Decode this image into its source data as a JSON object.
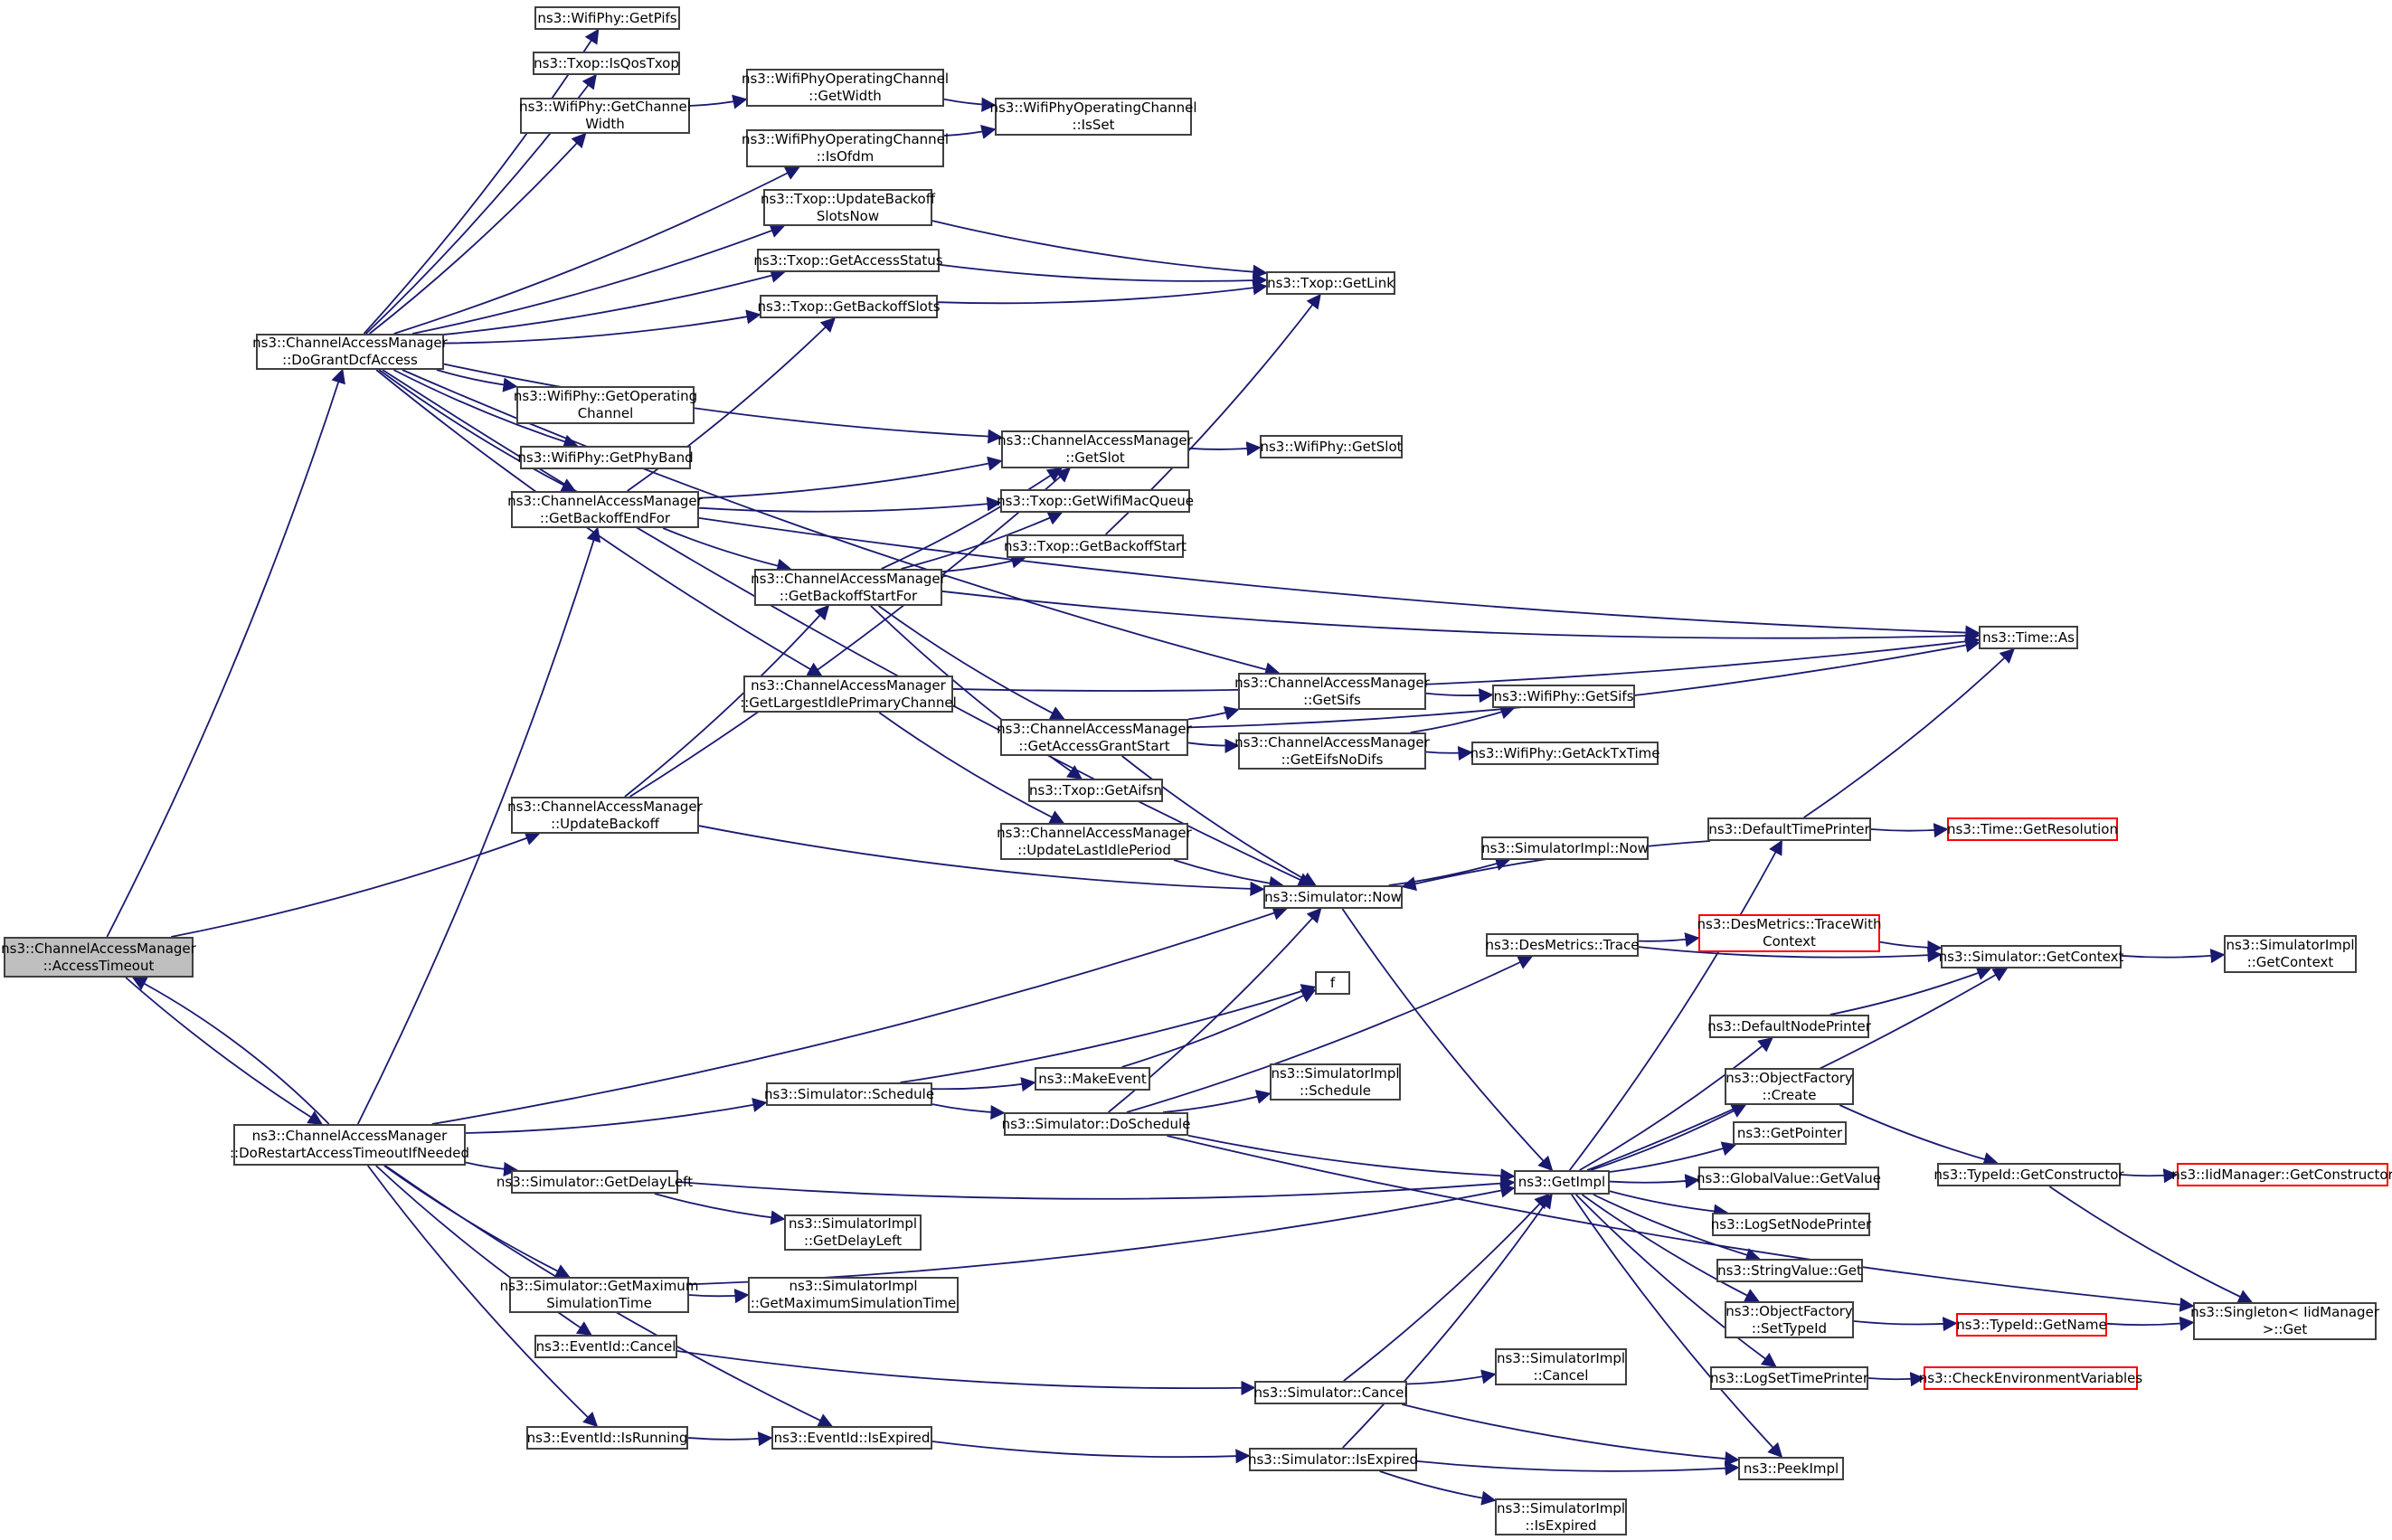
{
  "title": "ns3::ChannelAccessManager::AccessTimeout call graph",
  "colors": {
    "edge": "#191970",
    "node_border": "#404040",
    "root_fill": "#bfbfbf",
    "undocumented_border": "#ff0000"
  },
  "nodes": [
    {
      "id": "AccessTimeout",
      "label": "ns3::ChannelAccessManager\n::AccessTimeout",
      "kind": "root"
    },
    {
      "id": "DoGrantDcfAccess",
      "label": "ns3::ChannelAccessManager\n::DoGrantDcfAccess"
    },
    {
      "id": "DoRestart",
      "label": "ns3::ChannelAccessManager\n::DoRestartAccessTimeoutIfNeeded"
    },
    {
      "id": "GetPifs",
      "label": "ns3::WifiPhy::GetPifs"
    },
    {
      "id": "IsQosTxop",
      "label": "ns3::Txop::IsQosTxop"
    },
    {
      "id": "GetChannelWidth",
      "label": "ns3::WifiPhy::GetChannel\nWidth"
    },
    {
      "id": "OpGetWidth",
      "label": "ns3::WifiPhyOperatingChannel\n::GetWidth"
    },
    {
      "id": "OpIsOfdm",
      "label": "ns3::WifiPhyOperatingChannel\n::IsOfdm"
    },
    {
      "id": "OpIsSet",
      "label": "ns3::WifiPhyOperatingChannel\n::IsSet"
    },
    {
      "id": "UpdateBackoffSlotsNow",
      "label": "ns3::Txop::UpdateBackoff\nSlotsNow"
    },
    {
      "id": "GetAccessStatus",
      "label": "ns3::Txop::GetAccessStatus"
    },
    {
      "id": "GetBackoffSlots",
      "label": "ns3::Txop::GetBackoffSlots"
    },
    {
      "id": "GetLink",
      "label": "ns3::Txop::GetLink"
    },
    {
      "id": "GetOperatingChannel",
      "label": "ns3::WifiPhy::GetOperating\nChannel"
    },
    {
      "id": "GetPhyBand",
      "label": "ns3::WifiPhy::GetPhyBand"
    },
    {
      "id": "GetBackoffEndFor",
      "label": "ns3::ChannelAccessManager\n::GetBackoffEndFor"
    },
    {
      "id": "CamGetSlot",
      "label": "ns3::ChannelAccessManager\n::GetSlot"
    },
    {
      "id": "PhyGetSlot",
      "label": "ns3::WifiPhy::GetSlot"
    },
    {
      "id": "GetWifiMacQueue",
      "label": "ns3::Txop::GetWifiMacQueue"
    },
    {
      "id": "GetBackoffStart",
      "label": "ns3::Txop::GetBackoffStart"
    },
    {
      "id": "GetBackoffStartFor",
      "label": "ns3::ChannelAccessManager\n::GetBackoffStartFor"
    },
    {
      "id": "TimeAs",
      "label": "ns3::Time::As"
    },
    {
      "id": "GetLargestIdle",
      "label": "ns3::ChannelAccessManager\n::GetLargestIdlePrimaryChannel"
    },
    {
      "id": "CamGetSifs",
      "label": "ns3::ChannelAccessManager\n::GetSifs"
    },
    {
      "id": "PhyGetSifs",
      "label": "ns3::WifiPhy::GetSifs"
    },
    {
      "id": "GetAccessGrantStart",
      "label": "ns3::ChannelAccessManager\n::GetAccessGrantStart"
    },
    {
      "id": "GetEifsNoDifs",
      "label": "ns3::ChannelAccessManager\n::GetEifsNoDifs"
    },
    {
      "id": "GetAckTxTime",
      "label": "ns3::WifiPhy::GetAckTxTime"
    },
    {
      "id": "GetAifsn",
      "label": "ns3::Txop::GetAifsn"
    },
    {
      "id": "UpdateBackoff",
      "label": "ns3::ChannelAccessManager\n::UpdateBackoff"
    },
    {
      "id": "UpdateLastIdle",
      "label": "ns3::ChannelAccessManager\n::UpdateLastIdlePeriod"
    },
    {
      "id": "SimNow",
      "label": "ns3::Simulator::Now"
    },
    {
      "id": "ImplNow",
      "label": "ns3::SimulatorImpl::Now"
    },
    {
      "id": "DefaultTimePrinter",
      "label": "ns3::DefaultTimePrinter"
    },
    {
      "id": "GetResolution",
      "label": "ns3::Time::GetResolution",
      "kind": "red"
    },
    {
      "id": "DesTrace",
      "label": "ns3::DesMetrics::Trace"
    },
    {
      "id": "TraceWithContext",
      "label": "ns3::DesMetrics::TraceWith\nContext",
      "kind": "red"
    },
    {
      "id": "SimGetContext",
      "label": "ns3::Simulator::GetContext"
    },
    {
      "id": "ImplGetContext",
      "label": "ns3::SimulatorImpl\n::GetContext"
    },
    {
      "id": "f",
      "label": "f"
    },
    {
      "id": "DefaultNodePrinter",
      "label": "ns3::DefaultNodePrinter"
    },
    {
      "id": "OFCreate",
      "label": "ns3::ObjectFactory\n::Create"
    },
    {
      "id": "MakeEvent",
      "label": "ns3::MakeEvent"
    },
    {
      "id": "SimSchedule",
      "label": "ns3::Simulator::Schedule"
    },
    {
      "id": "ImplSchedule",
      "label": "ns3::SimulatorImpl\n::Schedule"
    },
    {
      "id": "SimDoSchedule",
      "label": "ns3::Simulator::DoSchedule"
    },
    {
      "id": "GetPointer",
      "label": "ns3::GetPointer"
    },
    {
      "id": "GetImpl",
      "label": "ns3::GetImpl"
    },
    {
      "id": "GVGetValue",
      "label": "ns3::GlobalValue::GetValue"
    },
    {
      "id": "TIGetConstructor",
      "label": "ns3::TypeId::GetConstructor"
    },
    {
      "id": "IIDGetConstructor",
      "label": "ns3::IidManager::GetConstructor",
      "kind": "red"
    },
    {
      "id": "SimGetDelayLeft",
      "label": "ns3::Simulator::GetDelayLeft"
    },
    {
      "id": "ImplGetDelayLeft",
      "label": "ns3::SimulatorImpl\n::GetDelayLeft"
    },
    {
      "id": "LogSetNodePrinter",
      "label": "ns3::LogSetNodePrinter"
    },
    {
      "id": "StringValueGet",
      "label": "ns3::StringValue::Get"
    },
    {
      "id": "SimGetMaxSim",
      "label": "ns3::Simulator::GetMaximum\nSimulationTime"
    },
    {
      "id": "ImplGetMaxSim",
      "label": "ns3::SimulatorImpl\n::GetMaximumSimulationTime"
    },
    {
      "id": "OFSetTypeId",
      "label": "ns3::ObjectFactory\n::SetTypeId"
    },
    {
      "id": "TIGetName",
      "label": "ns3::TypeId::GetName",
      "kind": "red"
    },
    {
      "id": "SingletonGet",
      "label": "ns3::Singleton< IidManager\n>::Get"
    },
    {
      "id": "EventCancel",
      "label": "ns3::EventId::Cancel"
    },
    {
      "id": "SimCancel",
      "label": "ns3::Simulator::Cancel"
    },
    {
      "id": "ImplCancel",
      "label": "ns3::SimulatorImpl\n::Cancel"
    },
    {
      "id": "LogSetTimePrinter",
      "label": "ns3::LogSetTimePrinter"
    },
    {
      "id": "CheckEnv",
      "label": "ns3::CheckEnvironmentVariables",
      "kind": "red"
    },
    {
      "id": "EventIsRunning",
      "label": "ns3::EventId::IsRunning"
    },
    {
      "id": "EventIsExpired",
      "label": "ns3::EventId::IsExpired"
    },
    {
      "id": "SimIsExpired",
      "label": "ns3::Simulator::IsExpired"
    },
    {
      "id": "PeekImpl",
      "label": "ns3::PeekImpl"
    },
    {
      "id": "ImplIsExpired",
      "label": "ns3::SimulatorImpl\n::IsExpired"
    }
  ],
  "edges": [
    [
      "AccessTimeout",
      "DoGrantDcfAccess"
    ],
    [
      "AccessTimeout",
      "UpdateBackoff"
    ],
    [
      "AccessTimeout",
      "DoRestart"
    ],
    [
      "DoRestart",
      "AccessTimeout"
    ],
    [
      "DoGrantDcfAccess",
      "GetPifs"
    ],
    [
      "DoGrantDcfAccess",
      "IsQosTxop"
    ],
    [
      "DoGrantDcfAccess",
      "GetChannelWidth"
    ],
    [
      "DoGrantDcfAccess",
      "OpIsOfdm"
    ],
    [
      "DoGrantDcfAccess",
      "UpdateBackoffSlotsNow"
    ],
    [
      "DoGrantDcfAccess",
      "GetAccessStatus"
    ],
    [
      "DoGrantDcfAccess",
      "GetBackoffSlots"
    ],
    [
      "DoGrantDcfAccess",
      "CamGetSlot"
    ],
    [
      "DoGrantDcfAccess",
      "GetOperatingChannel"
    ],
    [
      "DoGrantDcfAccess",
      "GetPhyBand"
    ],
    [
      "DoGrantDcfAccess",
      "GetBackoffEndFor"
    ],
    [
      "DoGrantDcfAccess",
      "CamGetSifs"
    ],
    [
      "DoGrantDcfAccess",
      "GetLargestIdle"
    ],
    [
      "DoGrantDcfAccess",
      "SimNow"
    ],
    [
      "GetChannelWidth",
      "OpGetWidth"
    ],
    [
      "OpGetWidth",
      "OpIsSet"
    ],
    [
      "OpIsOfdm",
      "OpIsSet"
    ],
    [
      "UpdateBackoffSlotsNow",
      "GetLink"
    ],
    [
      "GetAccessStatus",
      "GetLink"
    ],
    [
      "GetBackoffSlots",
      "GetLink"
    ],
    [
      "GetBackoffStart",
      "GetLink"
    ],
    [
      "GetBackoffEndFor",
      "GetBackoffSlots"
    ],
    [
      "GetBackoffEndFor",
      "CamGetSlot"
    ],
    [
      "GetBackoffEndFor",
      "GetWifiMacQueue"
    ],
    [
      "GetBackoffEndFor",
      "GetBackoffStartFor"
    ],
    [
      "GetBackoffEndFor",
      "TimeAs"
    ],
    [
      "CamGetSlot",
      "PhyGetSlot"
    ],
    [
      "GetBackoffStartFor",
      "CamGetSlot"
    ],
    [
      "GetBackoffStartFor",
      "GetWifiMacQueue"
    ],
    [
      "GetBackoffStartFor",
      "GetBackoffStart"
    ],
    [
      "GetBackoffStartFor",
      "TimeAs"
    ],
    [
      "GetBackoffStartFor",
      "GetAccessGrantStart"
    ],
    [
      "GetBackoffStartFor",
      "GetAifsn"
    ],
    [
      "GetLargestIdle",
      "TimeAs"
    ],
    [
      "GetLargestIdle",
      "UpdateLastIdle"
    ],
    [
      "CamGetSifs",
      "PhyGetSifs"
    ],
    [
      "GetAccessGrantStart",
      "CamGetSifs"
    ],
    [
      "GetAccessGrantStart",
      "GetEifsNoDifs"
    ],
    [
      "GetAccessGrantStart",
      "SimNow"
    ],
    [
      "GetAccessGrantStart",
      "TimeAs"
    ],
    [
      "GetEifsNoDifs",
      "PhyGetSifs"
    ],
    [
      "GetEifsNoDifs",
      "GetAckTxTime"
    ],
    [
      "UpdateBackoff",
      "CamGetSlot"
    ],
    [
      "UpdateBackoff",
      "GetBackoffStartFor"
    ],
    [
      "UpdateBackoff",
      "SimNow"
    ],
    [
      "UpdateLastIdle",
      "SimNow"
    ],
    [
      "SimNow",
      "ImplNow"
    ],
    [
      "SimNow",
      "GetImpl"
    ],
    [
      "DefaultTimePrinter",
      "SimNow"
    ],
    [
      "DefaultTimePrinter",
      "TimeAs"
    ],
    [
      "DefaultTimePrinter",
      "GetResolution"
    ],
    [
      "DesTrace",
      "TraceWithContext"
    ],
    [
      "DesTrace",
      "SimGetContext"
    ],
    [
      "TraceWithContext",
      "SimGetContext"
    ],
    [
      "SimGetContext",
      "ImplGetContext"
    ],
    [
      "DoRestart",
      "SimNow"
    ],
    [
      "DoRestart",
      "GetBackoffEndFor"
    ],
    [
      "DoRestart",
      "SimSchedule"
    ],
    [
      "DoRestart",
      "SimGetDelayLeft"
    ],
    [
      "DoRestart",
      "SimGetMaxSim"
    ],
    [
      "DoRestart",
      "EventCancel"
    ],
    [
      "DoRestart",
      "EventIsRunning"
    ],
    [
      "DoRestart",
      "EventIsExpired"
    ],
    [
      "SimSchedule",
      "f"
    ],
    [
      "SimSchedule",
      "MakeEvent"
    ],
    [
      "SimSchedule",
      "SimDoSchedule"
    ],
    [
      "MakeEvent",
      "f"
    ],
    [
      "SimDoSchedule",
      "SimNow"
    ],
    [
      "SimDoSchedule",
      "DesTrace"
    ],
    [
      "SimDoSchedule",
      "ImplSchedule"
    ],
    [
      "SimDoSchedule",
      "GetImpl"
    ],
    [
      "SimDoSchedule",
      "SingletonGet"
    ],
    [
      "SimGetDelayLeft",
      "GetImpl"
    ],
    [
      "SimGetDelayLeft",
      "ImplGetDelayLeft"
    ],
    [
      "SimGetMaxSim",
      "ImplGetMaxSim"
    ],
    [
      "SimGetMaxSim",
      "GetImpl"
    ],
    [
      "EventCancel",
      "SimCancel"
    ],
    [
      "EventIsRunning",
      "EventIsExpired"
    ],
    [
      "EventIsExpired",
      "SimIsExpired"
    ],
    [
      "SimCancel",
      "GetImpl"
    ],
    [
      "SimCancel",
      "ImplCancel"
    ],
    [
      "SimCancel",
      "PeekImpl"
    ],
    [
      "SimIsExpired",
      "GetImpl"
    ],
    [
      "SimIsExpired",
      "PeekImpl"
    ],
    [
      "SimIsExpired",
      "ImplIsExpired"
    ],
    [
      "GetImpl",
      "DefaultTimePrinter"
    ],
    [
      "GetImpl",
      "SimGetContext"
    ],
    [
      "GetImpl",
      "DefaultNodePrinter"
    ],
    [
      "GetImpl",
      "OFCreate"
    ],
    [
      "GetImpl",
      "GetPointer"
    ],
    [
      "GetImpl",
      "GVGetValue"
    ],
    [
      "GetImpl",
      "LogSetNodePrinter"
    ],
    [
      "GetImpl",
      "StringValueGet"
    ],
    [
      "GetImpl",
      "OFSetTypeId"
    ],
    [
      "GetImpl",
      "LogSetTimePrinter"
    ],
    [
      "GetImpl",
      "PeekImpl"
    ],
    [
      "DefaultNodePrinter",
      "SimGetContext"
    ],
    [
      "OFCreate",
      "TIGetConstructor"
    ],
    [
      "TIGetConstructor",
      "IIDGetConstructor"
    ],
    [
      "TIGetConstructor",
      "SingletonGet"
    ],
    [
      "OFSetTypeId",
      "TIGetName"
    ],
    [
      "TIGetName",
      "SingletonGet"
    ],
    [
      "LogSetTimePrinter",
      "CheckEnv"
    ]
  ]
}
